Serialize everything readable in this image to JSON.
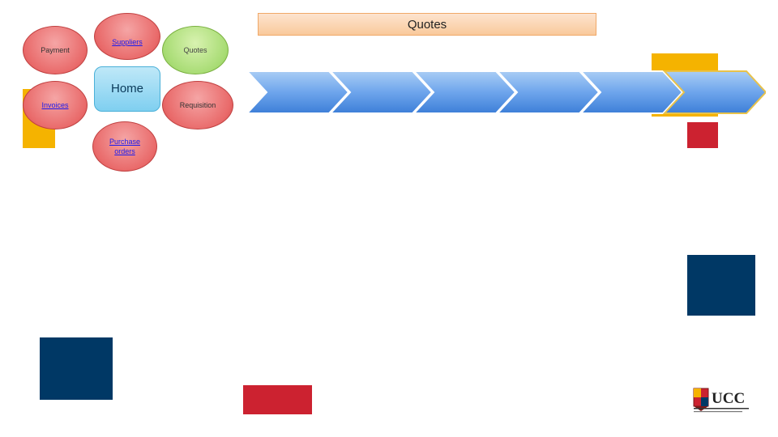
{
  "title": "Quotes",
  "nav": {
    "suppliers": "Suppliers",
    "payment": "Payment",
    "quotes": "Quotes",
    "home": "Home",
    "invoices": "Invoices",
    "requisition": "Requisition",
    "purchase_orders": "Purchase orders"
  },
  "colors": {
    "gold": "#f5b300",
    "red": "#cc2230",
    "navy": "#003865",
    "chevron_top": "#9fc4f0",
    "chevron_bottom": "#3d7fd8"
  },
  "process": {
    "step_count_labels": [
      "",
      "",
      "",
      "",
      "",
      ""
    ]
  },
  "logo": {
    "text": "UCC",
    "icon": "crest-icon"
  }
}
